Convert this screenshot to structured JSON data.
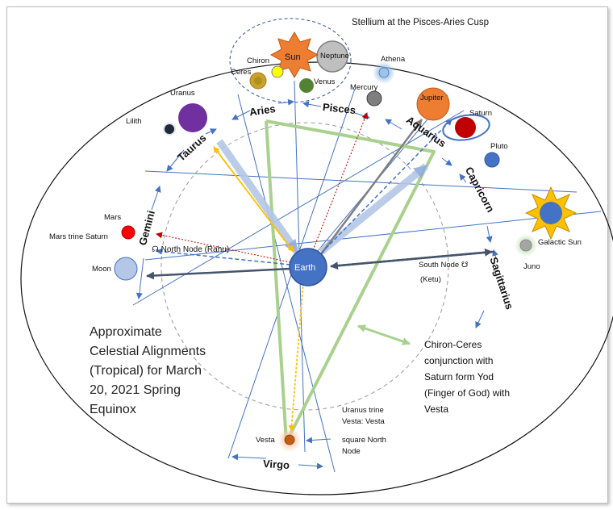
{
  "diagram": {
    "stellium_title": "Stellium at the Pisces-Aries Cusp",
    "signs": {
      "aries": "Aries",
      "pisces": "Pisces",
      "aquarius": "Aquarius",
      "capricorn": "Capricorn",
      "sagittarius": "Sagittarius",
      "taurus": "Taurus",
      "gemini": "Gemini",
      "virgo": "Virgo"
    },
    "bodies": {
      "sun": "Sun",
      "neptune": "Neptune",
      "chiron": "Chiron",
      "ceres": "Ceres",
      "venus": "Venus",
      "athena": "Athena",
      "mercury": "Mercury",
      "jupiter": "Jupiter",
      "saturn": "Saturn",
      "pluto": "Pluto",
      "uranus": "Uranus",
      "lilith": "Lilith",
      "mars": "Mars",
      "moon": "Moon",
      "earth": "Earth",
      "galactic_sun": "Galactic Sun",
      "juno": "Juno",
      "vesta": "Vesta"
    },
    "labels": {
      "mars_trine_saturn": "Mars trine Saturn",
      "north_node": "☊ North Node (Rahu)",
      "south_node_1": "South Node ☋",
      "south_node_2": "(Ketu)",
      "uranus_trine_vesta": [
        "Uranus trine",
        "Vesta: Vesta",
        "square North",
        "Node"
      ],
      "yod_note": [
        "Chiron-Ceres",
        "conjunction with",
        "Saturn form Yod",
        "(Finger of God) with",
        "Vesta"
      ],
      "main_title": [
        "Approximate",
        "Celestial Alignments",
        "(Tropical) for March",
        "20, 2021 Spring",
        "Equinox"
      ]
    },
    "colors": {
      "sun": "#e8843a",
      "neptune": "#bfbfbf",
      "chiron": "#ffff00",
      "ceres": "#c9a227",
      "venus": "#548235",
      "jupiter": "#ed7d31",
      "saturn": "#c00000",
      "pluto": "#4472c4",
      "uranus": "#7030a0",
      "lilith": "#1f2937",
      "mars": "#ff0000",
      "moon": "#b4c7e7",
      "earth": "#4472c4",
      "juno": "#a5a5a5",
      "vesta": "#c55a11",
      "yod_lines": "#a9d18e",
      "axis_lines": "#4472c4",
      "node_axis": "#44546a"
    }
  }
}
